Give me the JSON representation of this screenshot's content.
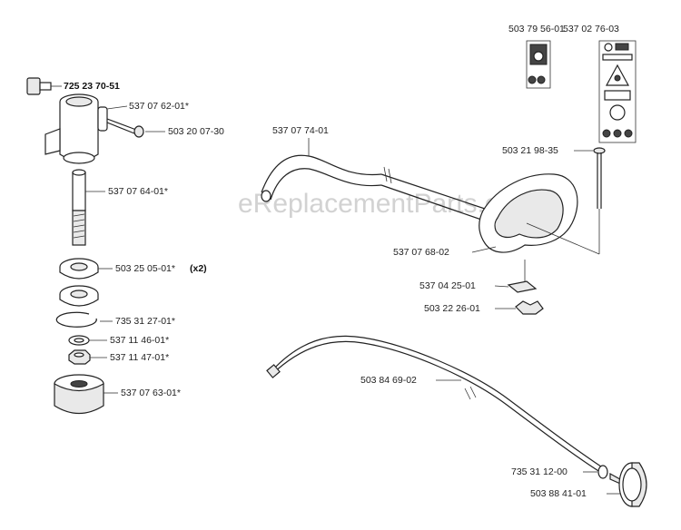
{
  "watermark": "eReplacementParts.com",
  "labels": {
    "p725_23_70_51": "725 23 70-51",
    "p537_07_62_01": "537 07 62-01*",
    "p503_20_07_30": "503 20 07-30",
    "p537_07_64_01": "537 07 64-01*",
    "p503_25_05_01": "503 25 05-01*",
    "p503_25_05_01_qty": "(x2)",
    "p735_31_27_01": "735 31 27-01*",
    "p537_11_46_01": "537 11 46-01*",
    "p537_11_47_01": "537 11 47-01*",
    "p537_07_63_01": "537 07 63-01*",
    "p537_07_74_01": "537 07 74-01",
    "p537_07_68_02": "537 07 68-02",
    "p503_79_56_01": "503 79 56-01",
    "p537_02_76_03": "537 02 76-03",
    "p503_21_98_35": "503 21 98-35",
    "p537_04_25_01": "537 04 25-01",
    "p503_22_26_01": "503 22 26-01",
    "p503_84_69_02": "503 84 69-02",
    "p735_31_12_00": "735 31 12-00",
    "p503_88_41_01": "503 88 41-01"
  }
}
